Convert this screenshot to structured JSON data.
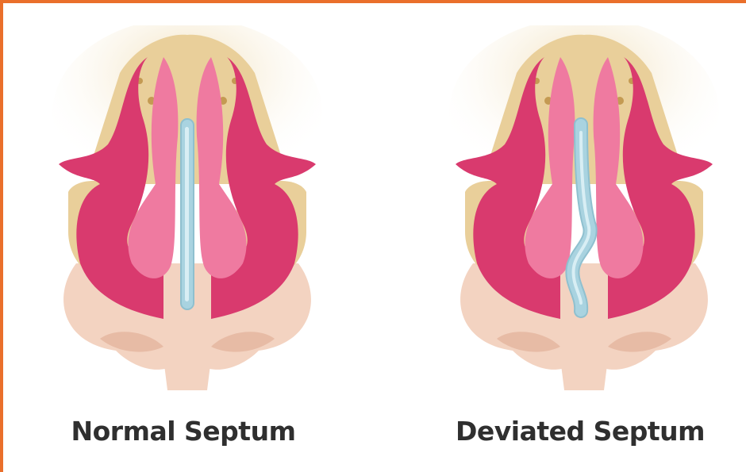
{
  "colors": {
    "frame_border": "#ea6f2b",
    "mucosa": "#d93a6e",
    "mucosa_light": "#ef7aa0",
    "septum_cartilage": "#a9d3e0",
    "bone": "#e9cf9a",
    "skin": "#f3d3c1",
    "caption_text": "#2f2f2f"
  },
  "panels": [
    {
      "caption": "Normal Septum",
      "septum_shape": "straight",
      "icon": "nasal-cavity-cross-section-icon"
    },
    {
      "caption": "Deviated Septum",
      "septum_shape": "deviated",
      "icon": "nasal-cavity-cross-section-icon"
    }
  ]
}
